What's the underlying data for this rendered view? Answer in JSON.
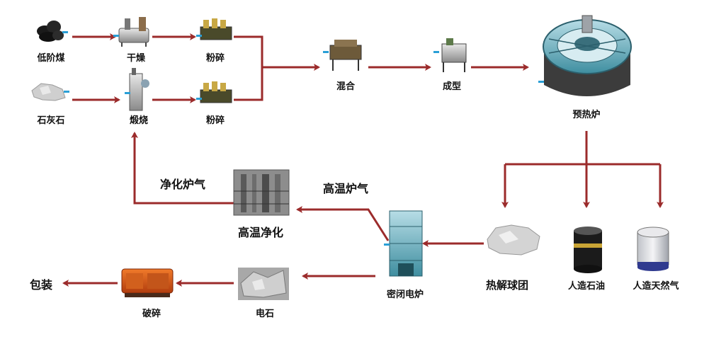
{
  "nodes": {
    "low_rank_coal": "低阶煤",
    "limestone": "石灰石",
    "drying": "干燥",
    "calcining": "煅烧",
    "crushing_top": "粉碎",
    "crushing_bottom": "粉碎",
    "mixing": "混合",
    "forming": "成型",
    "preheater": "预热炉",
    "pyrolysis_pellets": "热解球团",
    "synthetic_oil": "人造石油",
    "synthetic_gas": "人造天然气",
    "closed_furnace": "密闭电炉",
    "high_temp_cleaning": "高温净化",
    "calcium_carbide": "电石",
    "breaking": "破碎",
    "packing": "包装"
  },
  "edge_labels": {
    "purified_gas": "净化炉气",
    "hot_gas": "高温炉气"
  },
  "colors": {
    "arrow": "#9b2b2b",
    "pipe_teal": "#4aa3b5",
    "pointer_blue": "#2a9fd6"
  }
}
